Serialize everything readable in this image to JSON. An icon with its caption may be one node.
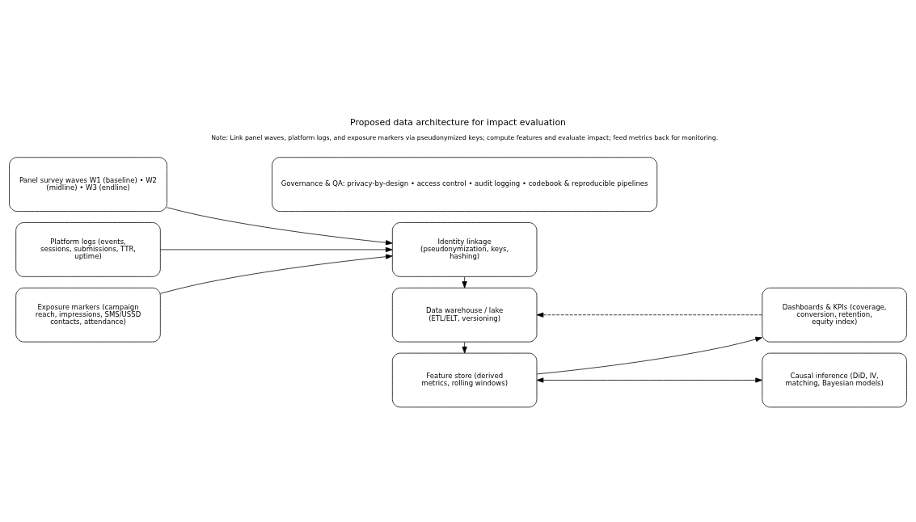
{
  "diagram": {
    "title": "Proposed data architecture for impact evaluation",
    "nodes": [
      {
        "text": [
          "Panel survey waves W1 (baseline) • W2 (midline) • W3 (endline)"
        ]
      },
      {
        "text": [
          "Platform logs (events, sessions, submissions, TTR, uptime)"
        ]
      },
      {
        "text": [
          "Exposure markers (campaign reach, impressions, SMS/USSD contacts, attendance)"
        ]
      },
      {
        "text": [
          "Identity linkage (pseudonymization, keys, hashing)"
        ]
      },
      {
        "text": [
          "Data warehouse / lake (ETL/ELT, versioning)"
        ]
      },
      {
        "text": [
          "Feature store (derived metrics, rolling windows)"
        ]
      },
      {
        "text": [
          "Causal inference (DiD, IV, matching, Bayesian models)"
        ]
      },
      {
        "text": [
          "Dashboards & KPIs (coverage, conversion, retention, equity index)"
        ]
      },
      {
        "text": [
          "Governance & QA: privacy-by-design • access control • audit logging • codebook & reproducible pipelines"
        ]
      }
    ],
    "edges": [
      {
        "from": 0,
        "to": 3,
        "arrow": "to"
      },
      {
        "from": 1,
        "to": 3,
        "arrow": "to"
      },
      {
        "from": 2,
        "to": 3,
        "arrow": "to"
      },
      {
        "from": 3,
        "to": 4,
        "arrow": "to"
      },
      {
        "from": 4,
        "to": 5,
        "arrow": "to"
      },
      {
        "from": 5,
        "to": 6,
        "arrow": "both"
      },
      {
        "from": 5,
        "to": 7,
        "arrow": "to"
      },
      {
        "from": 7,
        "to": 4,
        "arrow": "to",
        "style": "dashed"
      }
    ],
    "labels": [
      "Note: Link panel waves, platform logs, and exposure markers via pseudonymized keys; compute features and evaluate impact; feed metrics back for monitoring."
    ]
  }
}
